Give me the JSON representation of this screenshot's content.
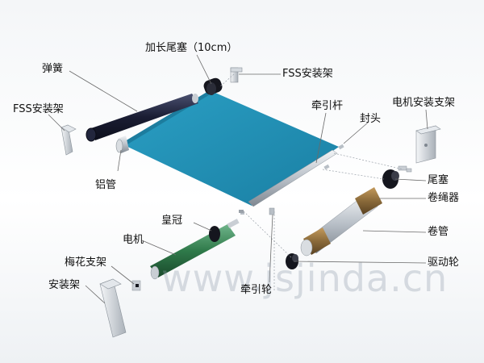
{
  "colors": {
    "fabric": "#1e8fb5",
    "tube_dark": "#1a1d33",
    "motor_green": "#2f7a4a",
    "cord_brown": "#8a6a3a",
    "leader": "#6a6a6a"
  },
  "labels": {
    "extended_end_plug": "加长尾塞（10cm）",
    "fss_bracket_top": "FSS安装架",
    "spring": "弹簧",
    "fss_bracket_left": "FSS安装架",
    "pull_bar": "牵引杆",
    "end_cap": "封头",
    "motor_bracket": "电机安装支架",
    "aluminum_tube": "铝管",
    "tail_plug": "尾塞",
    "rope_winder": "卷绳器",
    "crown": "皇冠",
    "roll_tube": "卷管",
    "motor": "电机",
    "plum_bracket": "梅花支架",
    "mount_bracket": "安装架",
    "drive_wheel": "驱动轮",
    "pulley": "牵引轮"
  },
  "watermark": "www.jsjinda.cn"
}
